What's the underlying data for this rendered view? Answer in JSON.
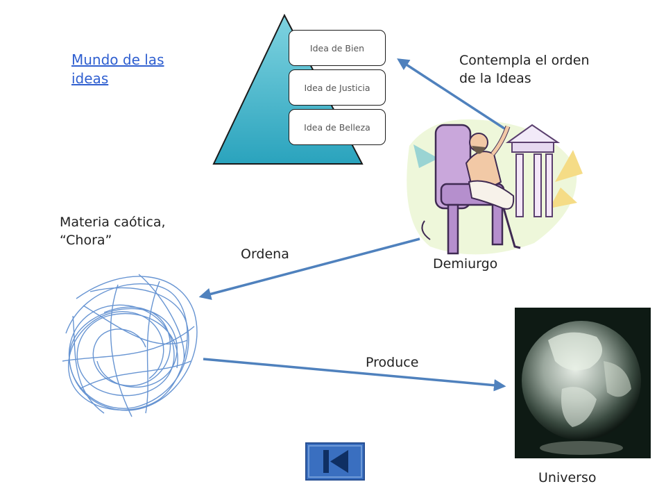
{
  "title_link": "Mundo de las ideas",
  "pyramid": {
    "items": [
      "Idea de Bien",
      "Idea de Justicia",
      "Idea de Belleza"
    ]
  },
  "labels": {
    "contempla": "Contempla el orden de la Ideas",
    "materia": "Materia caótica, “Chora”",
    "ordena": "Ordena",
    "demiurgo": "Demiurgo",
    "produce": "Produce",
    "universo": "Universo"
  },
  "colors": {
    "arrow": "#4f81bd",
    "pyramid": "#3fb3c9",
    "link": "#2f5fd0",
    "button": "#3a6fc0"
  },
  "icons": {
    "demiurge": "demiurge-clipart",
    "chaos": "scribble-chaos",
    "globe": "globe-photo",
    "back": "first-slide-nav"
  }
}
